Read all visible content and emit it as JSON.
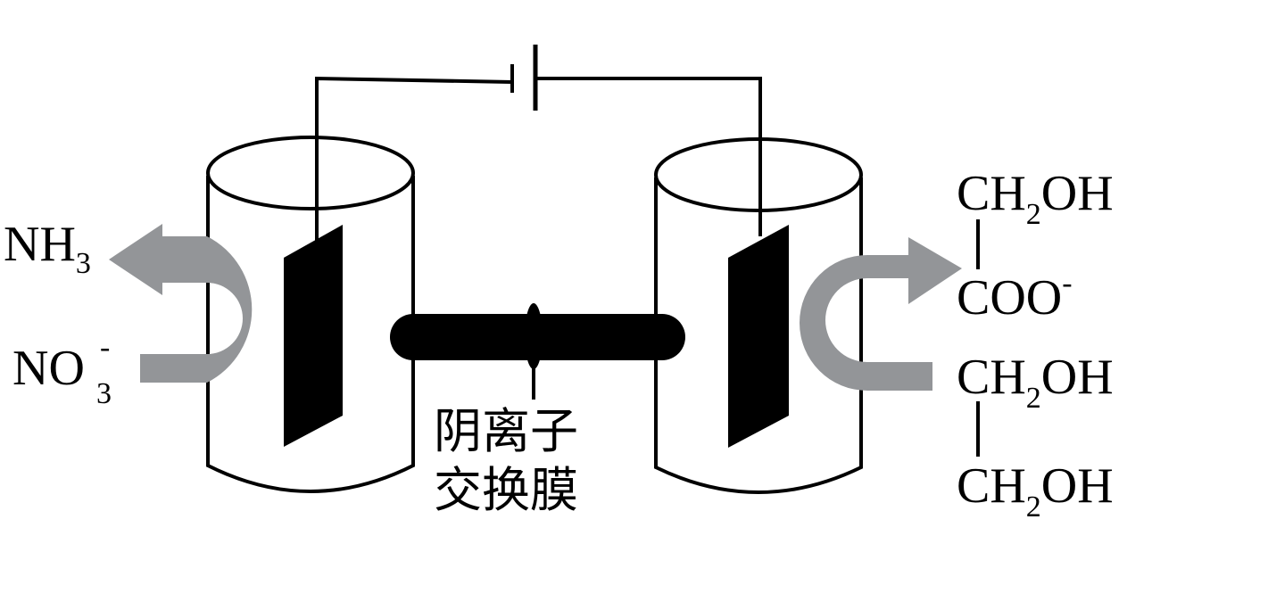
{
  "left": {
    "product": {
      "base": "NH",
      "sub": "3"
    },
    "reactant": {
      "base": "NO",
      "sub": "3",
      "sup": "-"
    }
  },
  "membrane": {
    "line1": "阴离子",
    "line2": "交换膜"
  },
  "right": {
    "top": {
      "a": "CH",
      "sub": "2",
      "b": "OH"
    },
    "middle": {
      "text": "COO",
      "sup": "-"
    },
    "row3": {
      "a": "CH",
      "sub": "2",
      "b": "OH"
    },
    "row4": {
      "a": "CH",
      "sub": "2",
      "b": "OH"
    }
  },
  "colors": {
    "line": "#000000",
    "arrow": "#939598",
    "fill": "#000000",
    "background": "#ffffff"
  }
}
